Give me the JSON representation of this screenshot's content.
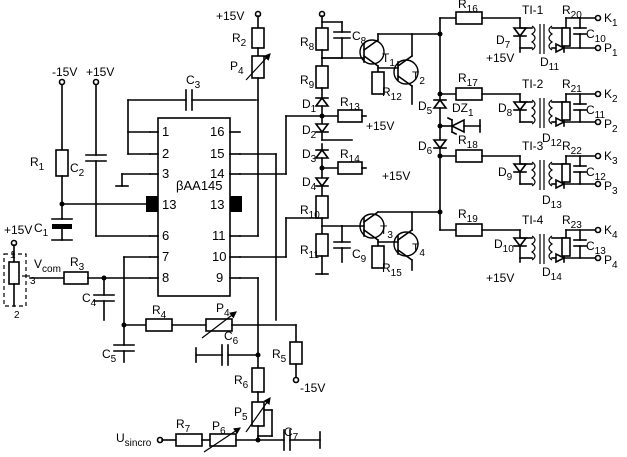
{
  "ic": {
    "name": "βAA145",
    "pins_left": [
      "1",
      "2",
      "3",
      "13",
      "6",
      "7",
      "8"
    ],
    "pins_right": [
      "16",
      "15",
      "14",
      "13",
      "11",
      "10",
      "9"
    ]
  },
  "labels": {
    "plus15": "+15V",
    "minus15": "-15V",
    "vcom": "V",
    "vcom_sub": "com",
    "usincro": "U",
    "usincro_sub": "sincro",
    "pot_pin1": "1",
    "pot_pin2": "2",
    "pot_pin3": "3"
  },
  "components": {
    "R1": "R",
    "R1n": "1",
    "R2": "R",
    "R2n": "2",
    "R3": "R",
    "R3n": "3",
    "R4": "R",
    "R4n": "4",
    "R5": "R",
    "R5n": "5",
    "R6": "R",
    "R6n": "6",
    "R7": "R",
    "R7n": "7",
    "R8": "R",
    "R8n": "8",
    "R9": "R",
    "R9n": "9",
    "R10": "R",
    "R10n": "10",
    "R11": "R",
    "R11n": "11",
    "R12": "R",
    "R12n": "12",
    "R13": "R",
    "R13n": "13",
    "R14": "R",
    "R14n": "14",
    "R15": "R",
    "R15n": "15",
    "R16": "R",
    "R16n": "16",
    "R17": "R",
    "R17n": "17",
    "R18": "R",
    "R18n": "18",
    "R19": "R",
    "R19n": "19",
    "R20": "R",
    "R20n": "20",
    "R21": "R",
    "R21n": "21",
    "R22": "R",
    "R22n": "22",
    "R23": "R",
    "R23n": "23",
    "C1": "C",
    "C1n": "1",
    "C2": "C",
    "C2n": "2",
    "C3": "C",
    "C3n": "3",
    "C4": "C",
    "C4n": "4",
    "C5": "C",
    "C5n": "5",
    "C6": "C",
    "C6n": "6",
    "C7": "C",
    "C7n": "7",
    "C8": "C",
    "C8n": "8",
    "C9": "C",
    "C9n": "9",
    "C10": "C",
    "C10n": "10",
    "C11": "C",
    "C11n": "11",
    "C12": "C",
    "C12n": "12",
    "C13": "C",
    "C13n": "13",
    "P1": "P",
    "P1n": "1",
    "P2": "P",
    "P2n": "2",
    "P3": "P",
    "P3n": "3",
    "P4": "P",
    "P4n": "4",
    "P4b": "P",
    "P4bn": "4",
    "P5": "P",
    "P5n": "5",
    "P6": "P",
    "P6n": "6",
    "D1": "D",
    "D1n": "1",
    "D2": "D",
    "D2n": "2",
    "D3": "D",
    "D3n": "3",
    "D4": "D",
    "D4n": "4",
    "D5": "D",
    "D5n": "5",
    "D6": "D",
    "D6n": "6",
    "D7": "D",
    "D7n": "7",
    "D8": "D",
    "D8n": "8",
    "D9": "D",
    "D9n": "9",
    "D10": "D",
    "D10n": "10",
    "D11": "D",
    "D11n": "11",
    "D12": "D",
    "D12n": "12",
    "D13": "D",
    "D13n": "13",
    "D14": "D",
    "D14n": "14",
    "DZ1": "DZ",
    "DZ1n": "1",
    "T1": "T",
    "T1n": "1",
    "T2": "T",
    "T2n": "2",
    "T3": "T",
    "T3n": "3",
    "T4": "T",
    "T4n": "4",
    "TI1": "TI-1",
    "TI2": "TI-2",
    "TI3": "TI-3",
    "TI4": "TI-4",
    "K1": "K",
    "K1n": "1",
    "K2": "K",
    "K2n": "2",
    "K3": "K",
    "K3n": "3",
    "K4": "K",
    "K4n": "4",
    "P1o": "P",
    "P1on": "1",
    "P2o": "P",
    "P2on": "2",
    "P3o": "P",
    "P3on": "3",
    "P4o": "P",
    "P4on": "4"
  }
}
